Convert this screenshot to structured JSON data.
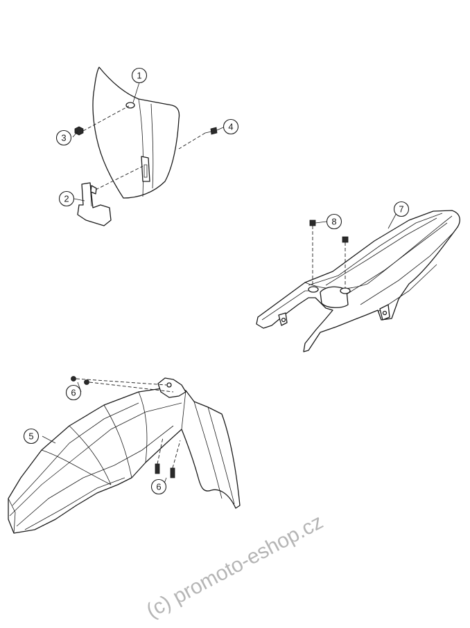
{
  "callouts": {
    "c1": "1",
    "c2": "2",
    "c3": "3",
    "c4": "4",
    "c5": "5",
    "c6a": "6",
    "c6b": "6",
    "c7": "7",
    "c8": "8"
  },
  "watermark": "(c) promoto-eshop.cz"
}
